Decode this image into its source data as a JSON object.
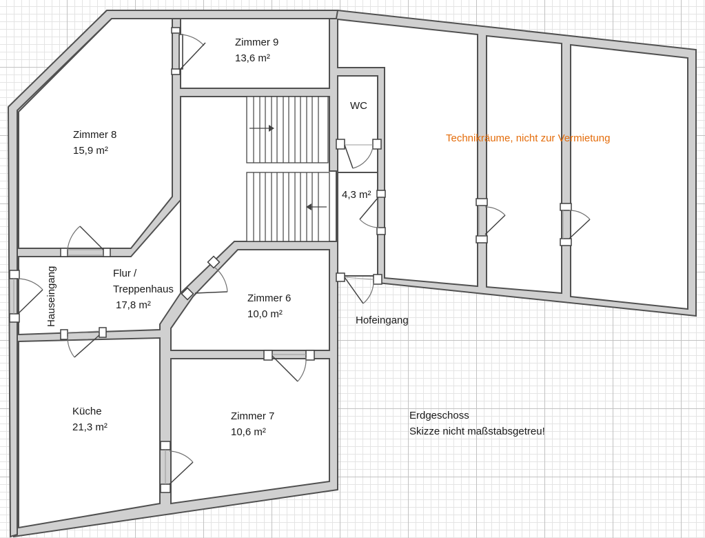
{
  "plan": {
    "rooms": {
      "zimmer9": {
        "name": "Zimmer 9",
        "area": "13,6 m²"
      },
      "zimmer8": {
        "name": "Zimmer 8",
        "area": "15,9 m²"
      },
      "wc": {
        "name": "WC"
      },
      "wc_area": {
        "area": "4,3 m²"
      },
      "technik": {
        "name": "Technikräume, nicht zur Vermietung"
      },
      "flur": {
        "name_line1": "Flur /",
        "name_line2": "Treppenhaus",
        "area": "17,8 m²"
      },
      "zimmer6": {
        "name": "Zimmer 6",
        "area": "10,0 m²"
      },
      "kueche": {
        "name": "Küche",
        "area": "21,3 m²"
      },
      "zimmer7": {
        "name": "Zimmer 7",
        "area": "10,6 m²"
      }
    },
    "entrances": {
      "haus": "Hauseingang",
      "hof": "Hofeingang"
    },
    "notes": {
      "floor": "Erdgeschoss",
      "disclaimer": "Skizze nicht maßstabsgetreu!"
    },
    "colors": {
      "wall_fill": "#d0d0d0",
      "wall_stroke": "#505050",
      "technik_label": "#e46c0a",
      "grid": "#c2c2c2"
    }
  }
}
